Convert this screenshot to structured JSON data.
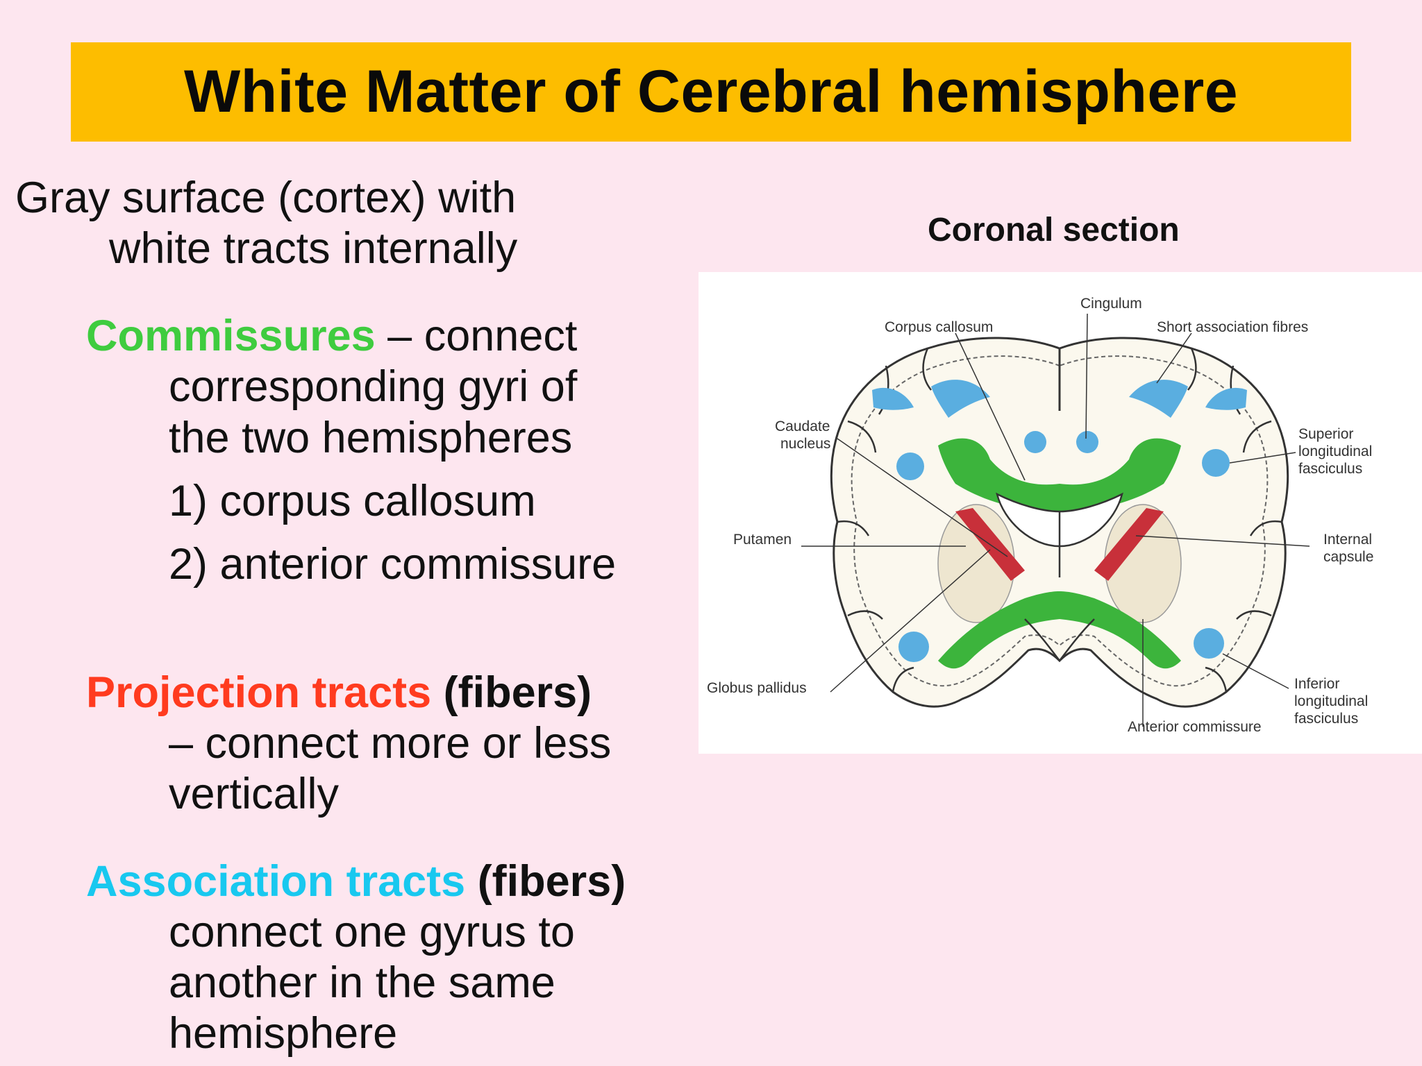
{
  "title": "White Matter of Cerebral hemisphere",
  "intro": {
    "line1": "Gray surface (cortex) with",
    "line2": "white tracts internally"
  },
  "commissures": {
    "heading": "Commissures",
    "rest": " – connect",
    "line2": "corresponding gyri of",
    "line3": "the two hemispheres",
    "item1": "1) corpus callosum",
    "item2": "2)  anterior commissure"
  },
  "projection": {
    "heading": "Projection tracts",
    "suffix": " (fibers)",
    "line2": "– connect more or less",
    "line3": "vertically"
  },
  "association": {
    "heading": "Association tracts",
    "suffix": " (fibers)",
    "line2": " connect one gyrus to",
    "line3": "another in the same",
    "line4": "hemisphere"
  },
  "figure": {
    "caption": "Coronal section",
    "labels": {
      "cingulum": "Cingulum",
      "corpus_callosum": "Corpus callosum",
      "short_assoc": "Short association fibres",
      "caudate_1": "Caudate",
      "caudate_2": "nucleus",
      "superior_1": "Superior",
      "superior_2": "longitudinal",
      "superior_3": "fasciculus",
      "putamen": "Putamen",
      "internal_1": "Internal",
      "internal_2": "capsule",
      "globus": "Globus pallidus",
      "inferior_1": "Inferior",
      "inferior_2": "longitudinal",
      "inferior_3": "fasciculus",
      "anterior": "Anterior commissure"
    }
  },
  "colors": {
    "title_bg": "#fdbd00",
    "page_bg": "#fde6ef",
    "commissures": "#3fcc3f",
    "projection": "#ff3b1f",
    "association": "#18c8ef",
    "tract_green": "#3cb43c",
    "tract_blue": "#5aaee0",
    "tract_red": "#c8303a"
  }
}
